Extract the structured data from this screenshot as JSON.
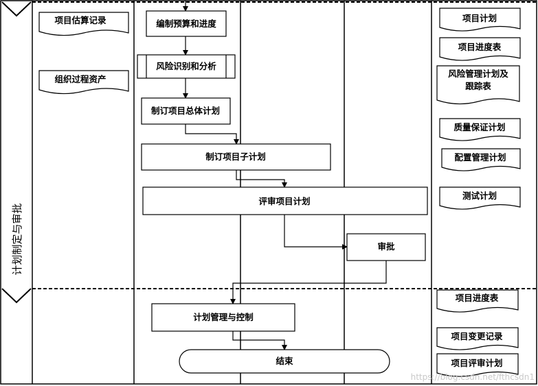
{
  "phase_label": "计划制定与审批",
  "documents_left": {
    "estimate_record": "项目估算记录",
    "org_assets": "组织过程资产"
  },
  "process": {
    "budget_schedule": "编制预算和进度",
    "risk_analysis": "风险识别和分析",
    "overall_plan": "制订项目总体计划",
    "sub_plan": "制订项目子计划",
    "review_plan": "评审项目计划",
    "approval": "审批",
    "plan_control": "计划管理与控制",
    "end": "结束"
  },
  "documents_right": {
    "project_plan": "项目计划",
    "schedule_table": "项目进度表",
    "risk_plan_line1": "风险管理计划及",
    "risk_plan_line2": "跟踪表",
    "qa_plan": "质量保证计划",
    "config_plan": "配置管理计划",
    "test_plan": "测试计划",
    "schedule_table_2": "项目进度表",
    "change_record": "项目变更记录",
    "review_plan_doc": "项目评审计划"
  },
  "watermark": "https://blog.csdn.net/fthcsdn1"
}
